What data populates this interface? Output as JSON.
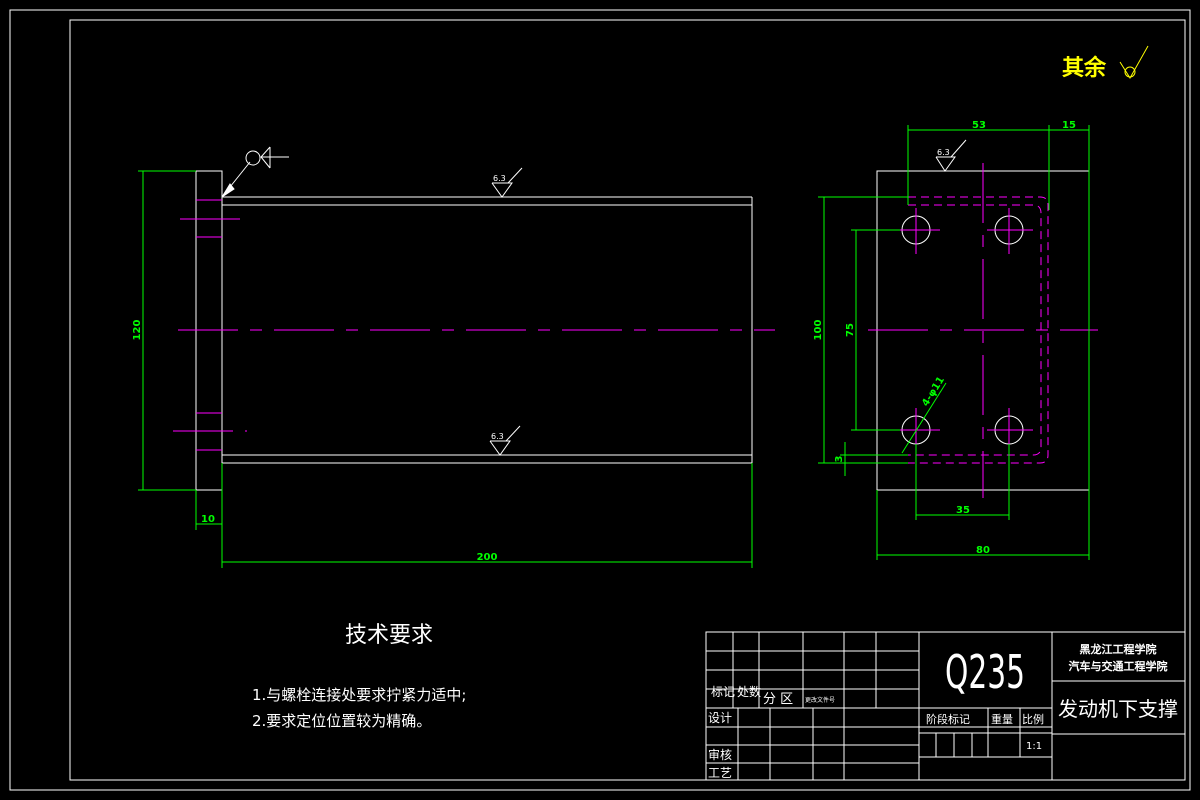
{
  "colors": {
    "background": "#000000",
    "outline": "#ffffff",
    "dimension": "#00ff00",
    "centerline": "#ff00ff",
    "note": "#ffff00"
  },
  "roughness_note": {
    "label": "其余",
    "symbol": "roughness-check-icon"
  },
  "left_view": {
    "dim_height": "120",
    "dim_thickness": "10",
    "dim_length": "200",
    "roughness_top": "6.3",
    "roughness_bottom": "6.3"
  },
  "right_view": {
    "dim_53": "53",
    "dim_15": "15",
    "dim_100": "100",
    "dim_75": "75",
    "dim_3": "3",
    "dim_holes": "4-φ11",
    "dim_35": "35",
    "dim_80": "80",
    "roughness": "6.3"
  },
  "tech_requirements": {
    "title": "技术要求",
    "items": [
      "1.与螺栓连接处要求拧紧力适中;",
      "2.要求定位位置较为精确。"
    ]
  },
  "title_block": {
    "material": "Q235",
    "school_line1": "黑龙江工程学院",
    "school_line2": "汽车与交通工程学院",
    "part_name": "发动机下支撑",
    "labels": {
      "mark": "标记",
      "count": "处数",
      "zone": "分 区",
      "change_doc": "更改文件号",
      "design": "设计",
      "review": "审核",
      "process": "工艺",
      "stage": "阶段标记",
      "weight": "重量",
      "scale": "比例"
    },
    "scale_value": "1:1"
  }
}
